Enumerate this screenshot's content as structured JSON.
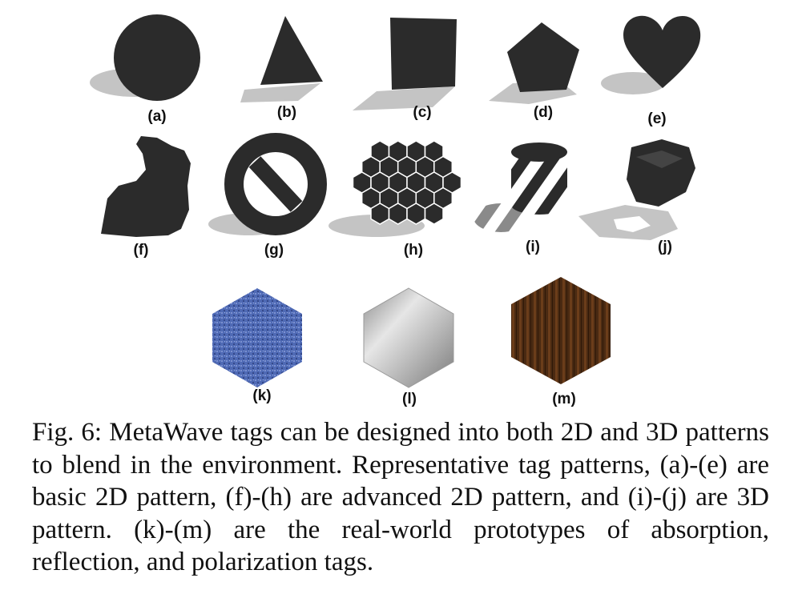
{
  "figure": {
    "panels": [
      {
        "label": "(a)",
        "icon": "circle-icon"
      },
      {
        "label": "(b)",
        "icon": "triangle-icon"
      },
      {
        "label": "(c)",
        "icon": "square-icon"
      },
      {
        "label": "(d)",
        "icon": "pentagon-icon"
      },
      {
        "label": "(e)",
        "icon": "heart-icon"
      },
      {
        "label": "(f)",
        "icon": "bunny-icon"
      },
      {
        "label": "(g)",
        "icon": "prohibition-icon"
      },
      {
        "label": "(h)",
        "icon": "hexagon-cluster-icon"
      },
      {
        "label": "(i)",
        "icon": "striped-cylinder-icon"
      },
      {
        "label": "(j)",
        "icon": "3d-polyhedron-icon"
      },
      {
        "label": "(k)",
        "icon": "blue-hexagon-tag-icon"
      },
      {
        "label": "(l)",
        "icon": "silver-hexagon-tag-icon"
      },
      {
        "label": "(m)",
        "icon": "wood-hexagon-tag-icon"
      }
    ],
    "colors": {
      "shape": "#2b2b2b",
      "shadow": "#c4c4c4",
      "absorption_tag": "#4f6ab5",
      "reflection_tag": "#c9c9c9",
      "polarization_tag": "#4a2a12"
    }
  },
  "caption": {
    "text": "Fig. 6: MetaWave tags can be designed into both 2D and 3D patterns to blend in the environment.  Representative tag patterns, (a)-(e) are basic 2D pattern, (f)-(h) are advanced 2D pattern, and (i)-(j) are 3D pattern. (k)-(m) are the real-world prototypes of absorption, reflection, and polarization tags."
  }
}
